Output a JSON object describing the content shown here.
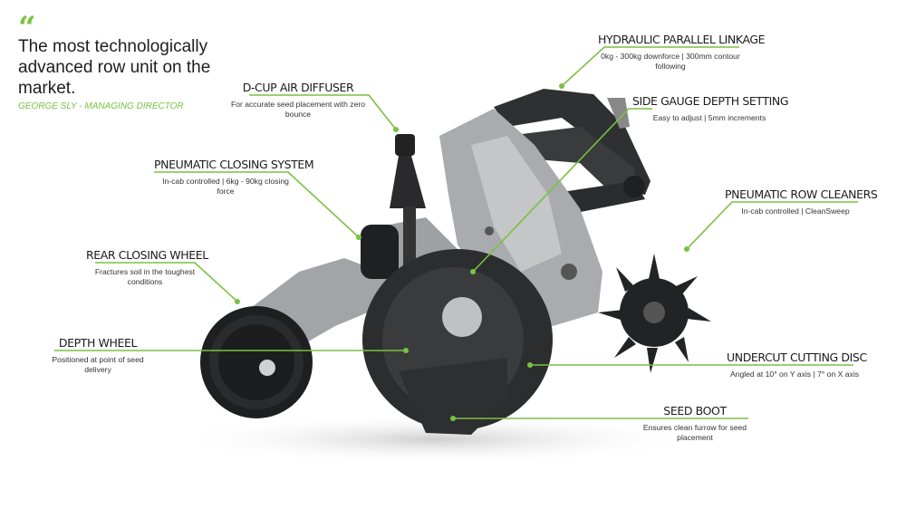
{
  "quote": {
    "mark": "“",
    "text": "The most technologically advanced row unit on the market.",
    "author": "GEORGE SLY - MANAGING DIRECTOR"
  },
  "colors": {
    "accent": "#7ac142",
    "metal": "#a8aaad",
    "dark": "#2b2c2e"
  },
  "callouts": {
    "hydraulic": {
      "title": "HYDRAULIC PARALLEL LINKAGE",
      "desc": "0kg - 300kg downforce | 300mm contour following"
    },
    "dcup": {
      "title": "D-CUP AIR DIFFUSER",
      "desc": "For accurate seed placement with zero bounce"
    },
    "sidegauge": {
      "title": "SIDE GAUGE DEPTH SETTING",
      "desc": "Easy to adjust | 5mm increments"
    },
    "pneumatic_closing": {
      "title": "PNEUMATIC CLOSING SYSTEM",
      "desc": "In-cab controlled | 6kg - 90kg closing force"
    },
    "row_cleaners": {
      "title": "PNEUMATIC ROW CLEANERS",
      "desc": "In-cab controlled | CleanSweep"
    },
    "rear_wheel": {
      "title": "REAR CLOSING WHEEL",
      "desc": "Fractures soil in the toughest conditions"
    },
    "depth_wheel": {
      "title": "DEPTH WHEEL",
      "desc": "Positioned at point of seed delivery"
    },
    "cutting_disc": {
      "title": "UNDERCUT CUTTING DISC",
      "desc": "Angled at 10° on Y axis | 7° on X axis"
    },
    "seed_boot": {
      "title": "SEED BOOT",
      "desc": "Ensures clean furrow for seed placement"
    }
  }
}
